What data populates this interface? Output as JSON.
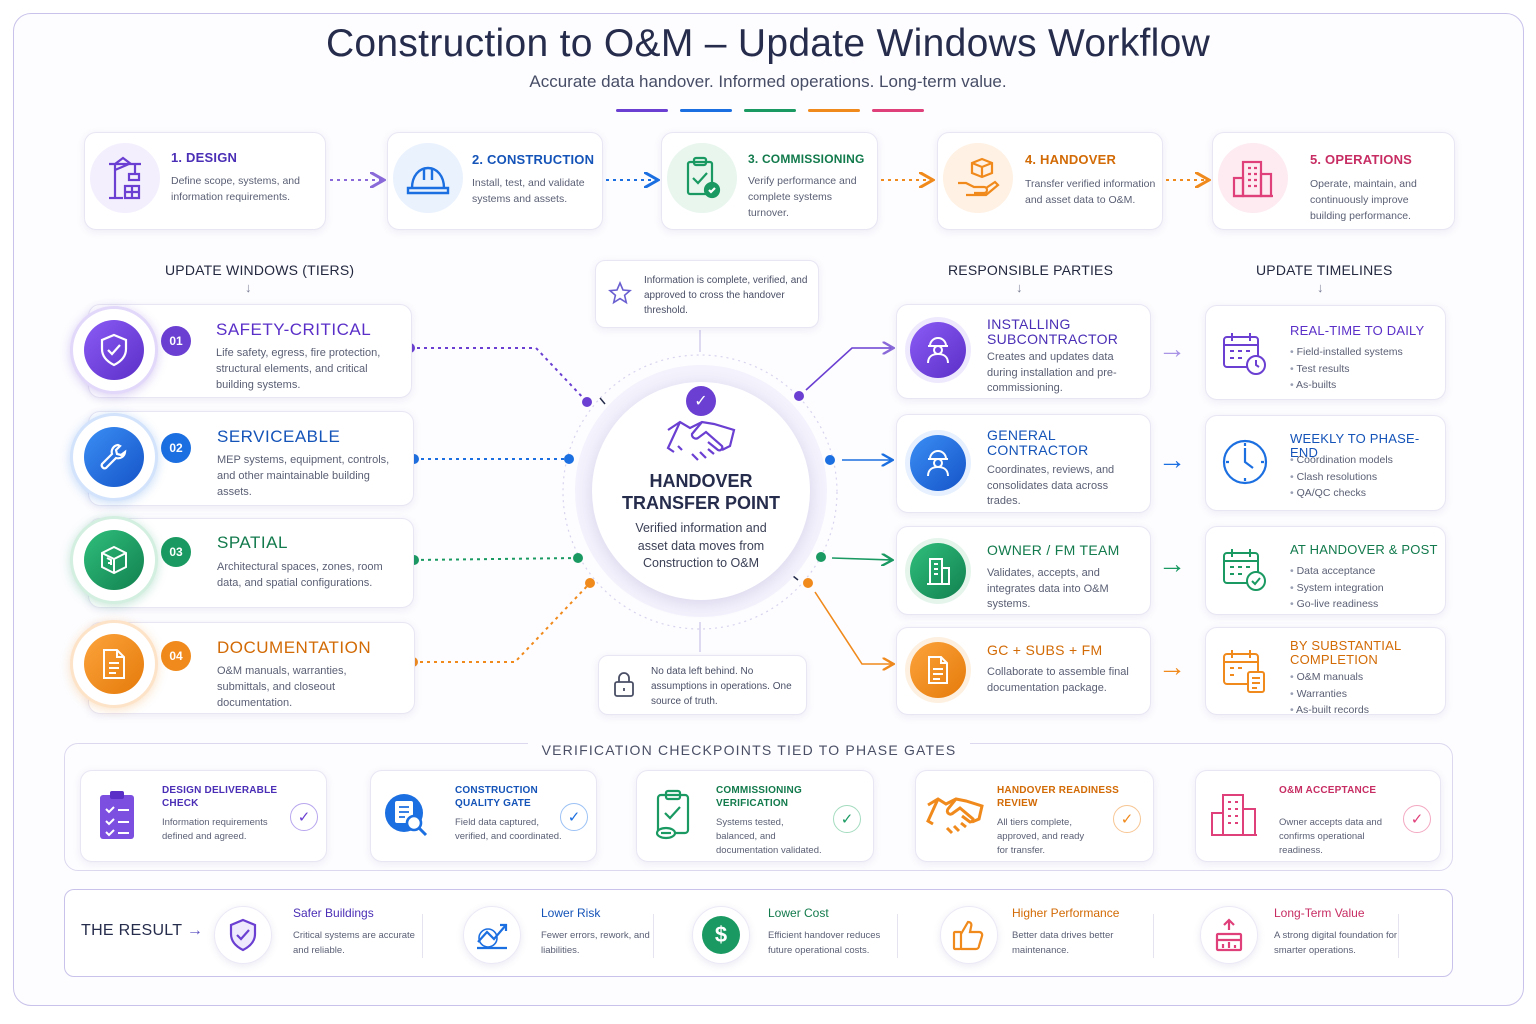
{
  "title": "Construction to O&M – Update Windows Workflow",
  "subtitle": "Accurate data handover. Informed operations. Long-term value.",
  "colors": {
    "purple": "#6a3fd1",
    "blue": "#1c6fe0",
    "green": "#1a9a62",
    "orange": "#f08a1c",
    "pink": "#e0407a",
    "navy": "#262c4c"
  },
  "phases": [
    {
      "title": "1. DESIGN",
      "desc": "Define scope, systems, and information requirements.",
      "icon": "crane-icon"
    },
    {
      "title": "2. CONSTRUCTION",
      "desc": "Install, test, and validate systems and assets.",
      "icon": "hardhat-icon"
    },
    {
      "title": "3. COMMISSIONING",
      "desc": "Verify performance and complete systems turnover.",
      "icon": "clipboard-check-icon"
    },
    {
      "title": "4. HANDOVER",
      "desc": "Transfer verified information and asset data to O&M.",
      "icon": "hand-box-icon"
    },
    {
      "title": "5. OPERATIONS",
      "desc": "Operate, maintain, and continuously improve building performance.",
      "icon": "building-icon"
    }
  ],
  "headers": {
    "tiers": "UPDATE WINDOWS (TIERS)",
    "parties": "RESPONSIBLE PARTIES",
    "timelines": "UPDATE TIMELINES"
  },
  "tiers": [
    {
      "num": "01",
      "name": "SAFETY-CRITICAL",
      "desc": "Life safety, egress, fire protection, structural elements, and critical building systems.",
      "icon": "shield-check-icon"
    },
    {
      "num": "02",
      "name": "SERVICEABLE",
      "desc": "MEP systems, equipment, controls, and other maintainable building assets.",
      "icon": "wrench-icon"
    },
    {
      "num": "03",
      "name": "SPATIAL",
      "desc": "Architectural spaces, zones, room data, and spatial configurations.",
      "icon": "cube-icon"
    },
    {
      "num": "04",
      "name": "DOCUMENTATION",
      "desc": "O&M manuals, warranties, submittals, and closeout documentation.",
      "icon": "document-icon"
    }
  ],
  "center": {
    "top_note": "Information is complete, verified, and approved to cross the handover threshold.",
    "title": "HANDOVER TRANSFER POINT",
    "desc": "Verified information and asset data moves from Construction to O&M",
    "bottom_note": "No data left behind. No assumptions in operations. One source of truth."
  },
  "parties": [
    {
      "name": "INSTALLING SUBCONTRACTOR",
      "desc": "Creates and updates data during installation and pre-commissioning.",
      "icon": "worker-icon"
    },
    {
      "name": "GENERAL CONTRACTOR",
      "desc": "Coordinates, reviews, and consolidates data across trades.",
      "icon": "worker-icon"
    },
    {
      "name": "OWNER / FM TEAM",
      "desc": "Validates, accepts, and integrates data into O&M systems.",
      "icon": "building-icon"
    },
    {
      "name": "GC + SUBS + FM",
      "desc": "Collaborate to assemble final documentation package.",
      "icon": "document-icon"
    }
  ],
  "timelines": [
    {
      "name": "REAL-TIME TO DAILY",
      "items": [
        "Field-installed systems",
        "Test results",
        "As-builts"
      ],
      "icon": "calendar-clock-icon"
    },
    {
      "name": "WEEKLY TO PHASE-END",
      "items": [
        "Coordination models",
        "Clash resolutions",
        "QA/QC checks"
      ],
      "icon": "clock-icon"
    },
    {
      "name": "AT HANDOVER & POST",
      "items": [
        "Data acceptance",
        "System integration",
        "Go-live readiness"
      ],
      "icon": "calendar-check-icon"
    },
    {
      "name": "BY SUBSTANTIAL COMPLETION",
      "items": [
        "O&M manuals",
        "Warranties",
        "As-built records"
      ],
      "icon": "calendar-doc-icon"
    }
  ],
  "verification": {
    "heading": "VERIFICATION CHECKPOINTS TIED TO PHASE GATES",
    "items": [
      {
        "title": "DESIGN DELIVERABLE CHECK",
        "desc": "Information requirements defined and agreed.",
        "icon": "checklist-icon"
      },
      {
        "title": "CONSTRUCTION QUALITY GATE",
        "desc": "Field data captured, verified, and coordinated.",
        "icon": "doc-search-icon"
      },
      {
        "title": "COMMISSIONING VERIFICATION",
        "desc": "Systems tested, balanced, and documentation validated.",
        "icon": "clipboard-check-icon"
      },
      {
        "title": "HANDOVER READINESS REVIEW",
        "desc": "All tiers complete, approved, and ready for transfer.",
        "icon": "handshake-icon"
      },
      {
        "title": "O&M ACCEPTANCE",
        "desc": "Owner accepts data and confirms operational readiness.",
        "icon": "building-icon"
      }
    ]
  },
  "result": {
    "label": "THE RESULT",
    "items": [
      {
        "title": "Safer Buildings",
        "desc": "Critical systems are accurate and reliable.",
        "icon": "shield-check-icon"
      },
      {
        "title": "Lower Risk",
        "desc": "Fewer errors, rework, and liabilities.",
        "icon": "chart-down-icon"
      },
      {
        "title": "Lower Cost",
        "desc": "Efficient handover reduces future operational costs.",
        "icon": "dollar-icon"
      },
      {
        "title": "Higher Performance",
        "desc": "Better data drives better maintenance.",
        "icon": "thumbs-up-icon"
      },
      {
        "title": "Long-Term Value",
        "desc": "A strong digital foundation for smarter operations.",
        "icon": "box-growth-icon"
      }
    ]
  }
}
